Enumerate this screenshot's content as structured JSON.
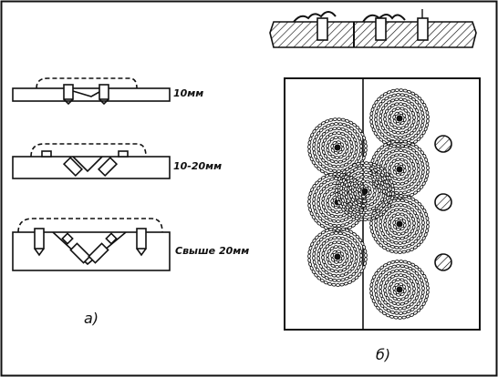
{
  "labels": {
    "thickness_1": "10мм",
    "thickness_2": "10-20мм",
    "thickness_3": "Свыше 20мм",
    "panel_a": "а)",
    "panel_b": "б)"
  },
  "colors": {
    "ink": "#111111",
    "background": "#ffffff"
  }
}
